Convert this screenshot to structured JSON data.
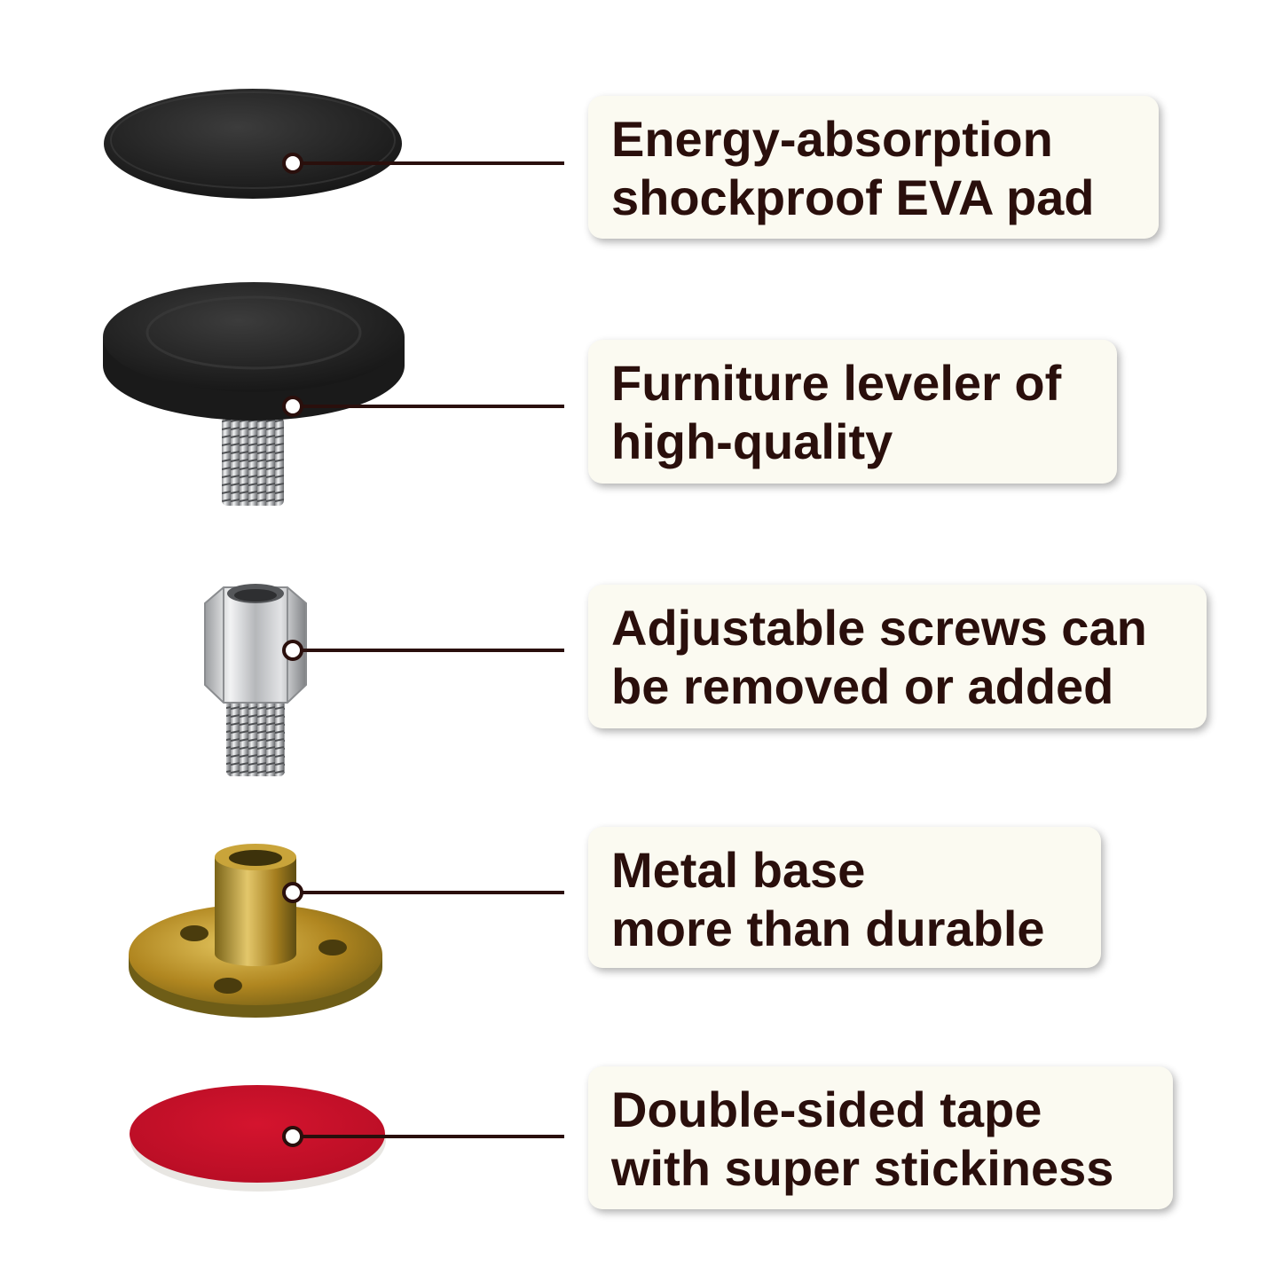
{
  "features": [
    {
      "part": "EVA pad",
      "lines": [
        "Energy-absorption",
        "shockproof EVA pad"
      ]
    },
    {
      "part": "Furniture leveler",
      "lines": [
        "Furniture leveler of",
        "high-quality"
      ]
    },
    {
      "part": "Adjustable screw",
      "lines": [
        "Adjustable screws can",
        "be removed or added"
      ]
    },
    {
      "part": "Metal base",
      "lines": [
        "Metal base",
        "more than durable"
      ]
    },
    {
      "part": "Double-sided tape",
      "lines": [
        "Double-sided tape",
        "with super stickiness"
      ]
    }
  ],
  "colors": {
    "label_text": "#2a0f0c",
    "label_background": "#fbfaf1",
    "connector": "#2a0f0c",
    "pad": "#262626",
    "tape": "#c8112a",
    "metal_base": "#b8901c",
    "steel": "#c9cbcd"
  }
}
